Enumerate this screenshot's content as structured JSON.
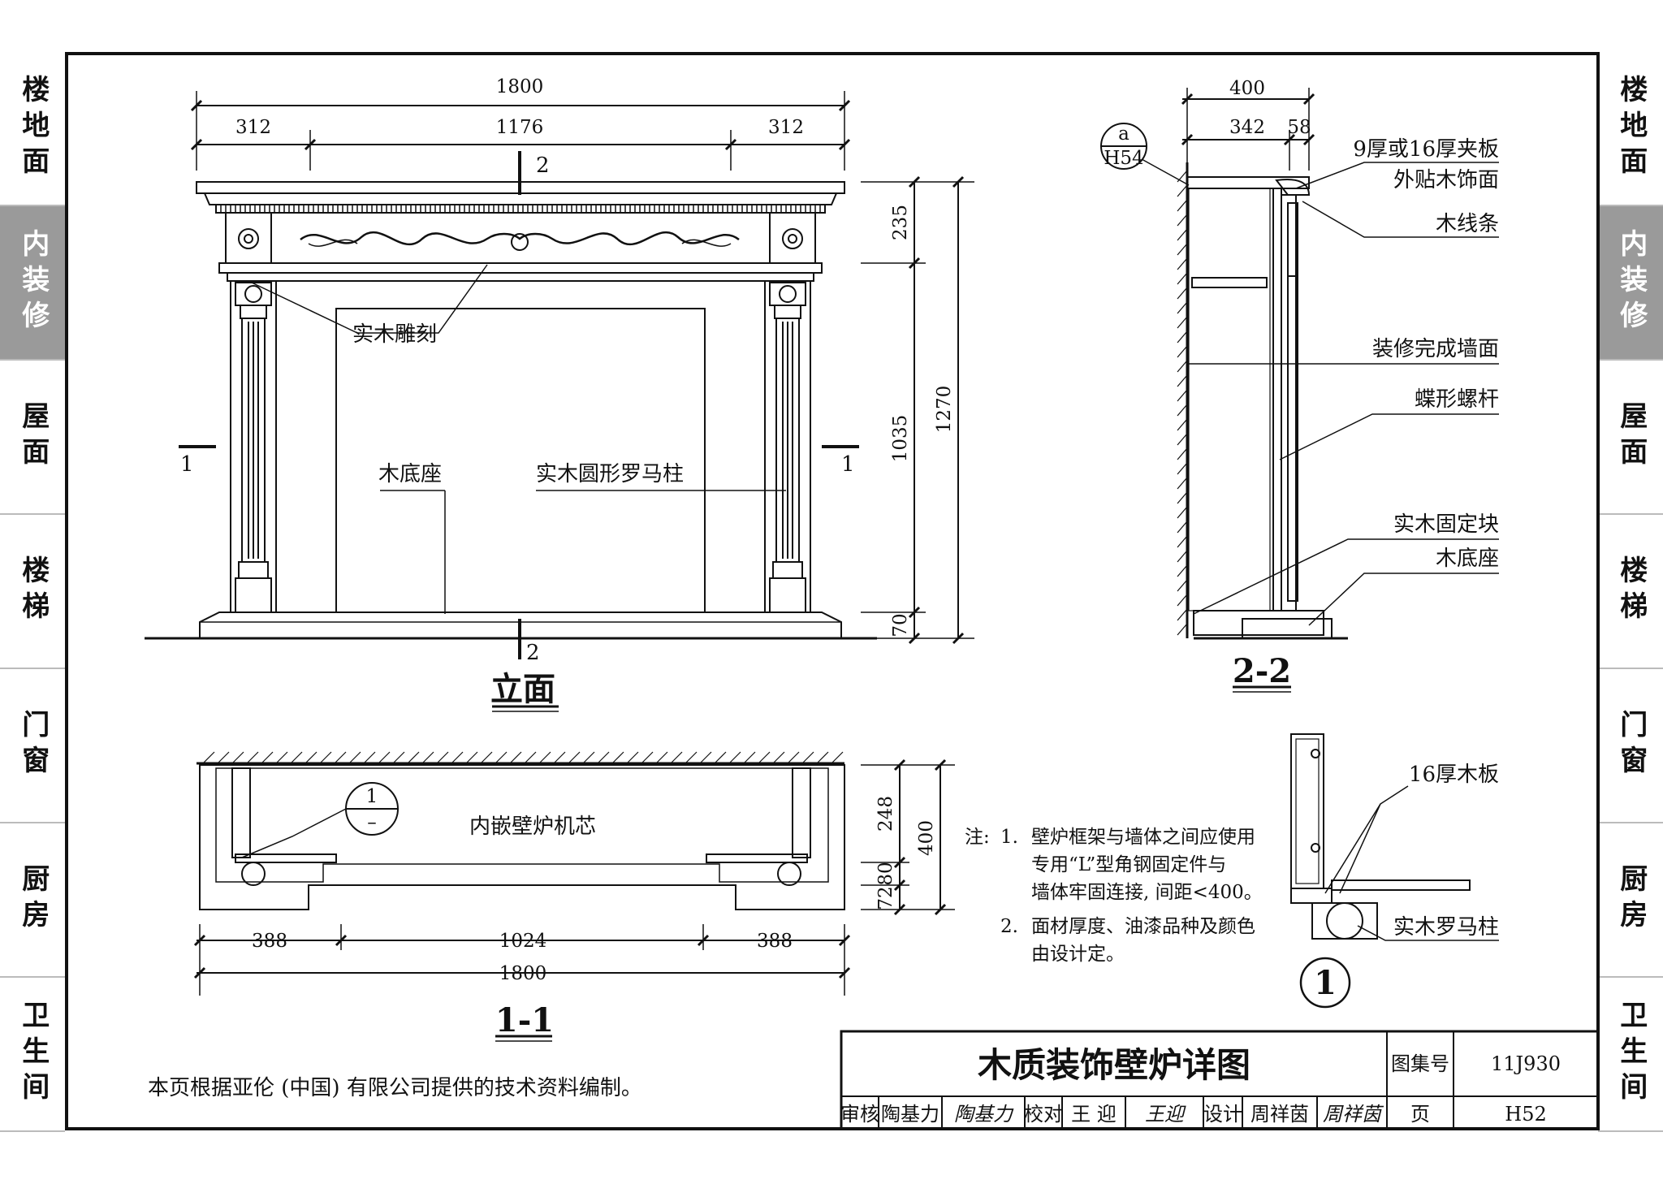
{
  "side_tabs": {
    "left": [
      {
        "label": "楼地面",
        "active": false
      },
      {
        "label": "内装修",
        "active": true
      },
      {
        "label": "屋面",
        "active": false
      },
      {
        "label": "楼梯",
        "active": false
      },
      {
        "label": "门窗",
        "active": false
      },
      {
        "label": "厨房",
        "active": false
      },
      {
        "label": "卫生间",
        "active": false
      }
    ],
    "right": [
      {
        "label": "楼地面",
        "active": false
      },
      {
        "label": "内装修",
        "active": true
      },
      {
        "label": "屋面",
        "active": false
      },
      {
        "label": "楼梯",
        "active": false
      },
      {
        "label": "门窗",
        "active": false
      },
      {
        "label": "厨房",
        "active": false
      },
      {
        "label": "卫生间",
        "active": false
      }
    ]
  },
  "elevation": {
    "view_title": "立面",
    "dims": {
      "total_width": "1800",
      "left": "312",
      "middle": "1176",
      "right": "312",
      "top_band": "235",
      "opening": "1035",
      "total_height": "1270",
      "base": "70"
    },
    "section_mark_2_top": "2",
    "section_mark_2_bottom": "2",
    "section_mark_1_left": "1",
    "section_mark_1_right": "1",
    "labels": {
      "carving": "实木雕刻",
      "base": "木底座",
      "column": "实木圆形罗马柱"
    }
  },
  "section_22": {
    "view_title": "2-2",
    "dims": {
      "total": "400",
      "a": "342",
      "b": "58"
    },
    "detail_ref_top": "a",
    "detail_ref_bottom": "H54",
    "labels": {
      "plywood_1": "9厚或16厚夹板",
      "plywood_2": "外贴木饰面",
      "molding": "木线条",
      "wall": "装修完成墙面",
      "bolt": "蝶形螺杆",
      "block": "实木固定块",
      "base": "木底座"
    }
  },
  "section_11": {
    "view_title": "1-1",
    "dims": {
      "left": "388",
      "middle": "1024",
      "right": "388",
      "total": "1800",
      "d248": "248",
      "d80": "80",
      "d72": "72",
      "d400": "400"
    },
    "insert_label": "内嵌壁炉机芯",
    "detail_ref_top": "1",
    "detail_ref_bottom": "–"
  },
  "detail_1": {
    "marker": "1",
    "labels": {
      "board": "16厚木板",
      "column": "实木罗马柱"
    }
  },
  "notes": {
    "prefix": "注:",
    "items": [
      {
        "num": "1.",
        "lines": [
          "壁炉框架与墙体之间应使用",
          "专用“L”型角钢固定件与",
          "墙体牢固连接, 间距<400。"
        ]
      },
      {
        "num": "2.",
        "lines": [
          "面材厚度、油漆品种及颜色",
          "由设计定。"
        ]
      }
    ]
  },
  "footer_note": "本页根据亚伦 (中国) 有限公司提供的技术资料编制。",
  "title_block": {
    "title": "木质装饰壁炉详图",
    "atlas_label": "图集号",
    "atlas_no": "11J930",
    "page_label": "页",
    "page_no": "H52",
    "review_label": "审核",
    "reviewer": "陶基力",
    "reviewer_sign": "陶基力",
    "check_label": "校对",
    "checker": "王 迎",
    "checker_sign": "王迎",
    "design_label": "设计",
    "designer": "周祥茵",
    "designer_sign": "周祥茵"
  }
}
